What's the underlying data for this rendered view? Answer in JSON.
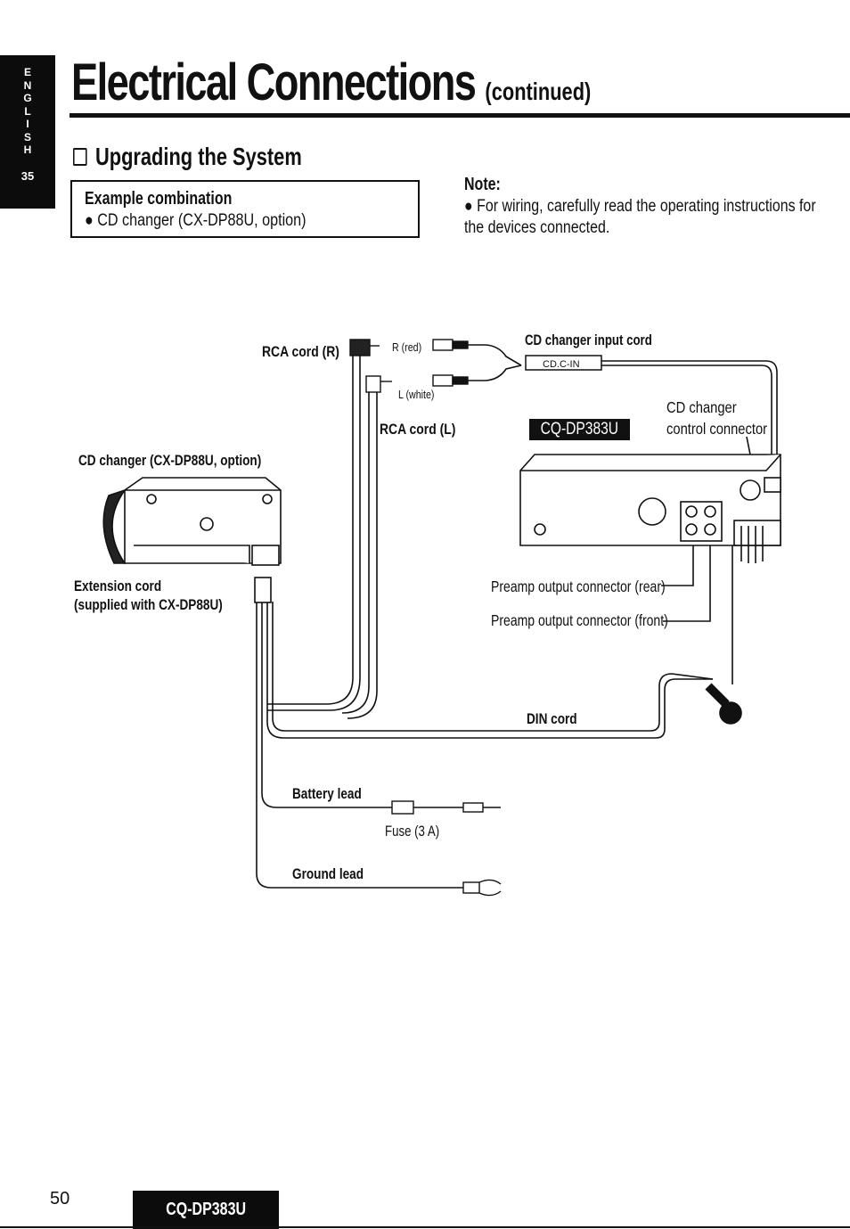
{
  "sidebar": {
    "letters": [
      "E",
      "N",
      "G",
      "L",
      "I",
      "S",
      "H"
    ],
    "page_tab": "35"
  },
  "header": {
    "title": "Electrical Connections",
    "title_suffix": "(continued)"
  },
  "section": {
    "title": "Upgrading the System"
  },
  "example_box": {
    "heading": "Example combination",
    "item": "● CD changer (CX-DP88U, option)"
  },
  "note": {
    "heading": "Note:",
    "text": "● For wiring, carefully read the operating instructions for the devices connected."
  },
  "diagram": {
    "rca_r": "RCA cord (R)",
    "r_red": "R (red)",
    "l_white": "L (white)",
    "rca_l": "RCA cord (L)",
    "cd_input_cord": "CD changer input cord",
    "cdc_in": "CD.C-IN",
    "model_badge": "CQ-DP383U",
    "cd_control_line1": "CD changer",
    "cd_control_line2": "control connector",
    "cd_changer_unit": "CD changer (CX-DP88U, option)",
    "extension_line1": "Extension cord",
    "extension_line2": "(supplied with CX-DP88U)",
    "preamp_rear": "Preamp output connector (rear)",
    "preamp_front": "Preamp output connector (front)",
    "din_cord": "DIN cord",
    "battery_lead": "Battery lead",
    "fuse": "Fuse (3 A)",
    "ground_lead": "Ground lead"
  },
  "footer": {
    "page_number": "50",
    "model": "CQ-DP383U"
  }
}
